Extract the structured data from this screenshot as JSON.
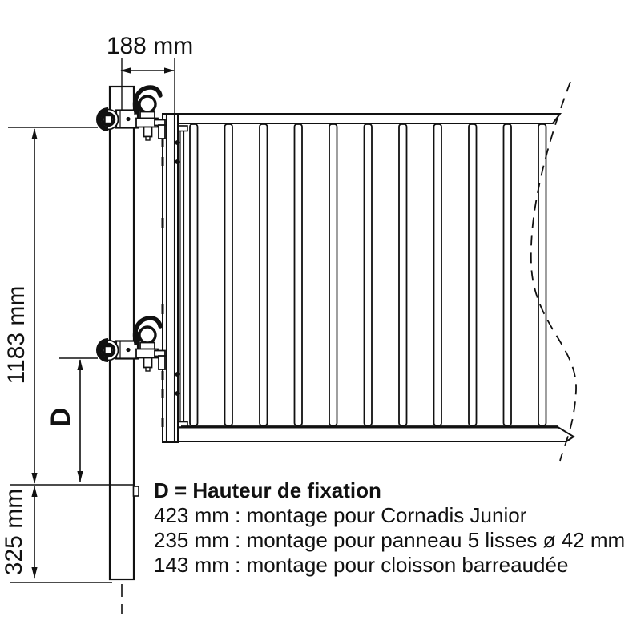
{
  "dimensions": {
    "width_label": "188 mm",
    "height_label": "1183 mm",
    "d_label": "D",
    "bottom_label": "325 mm"
  },
  "legend": {
    "title": "D = Hauteur de fixation",
    "lines": [
      "423 mm : montage pour Cornadis Junior",
      "235 mm : montage pour panneau 5 lisses ø 42 mm",
      "143 mm : montage pour cloisson barreaudée"
    ]
  },
  "colors": {
    "line": "#111111",
    "background": "#ffffff"
  }
}
